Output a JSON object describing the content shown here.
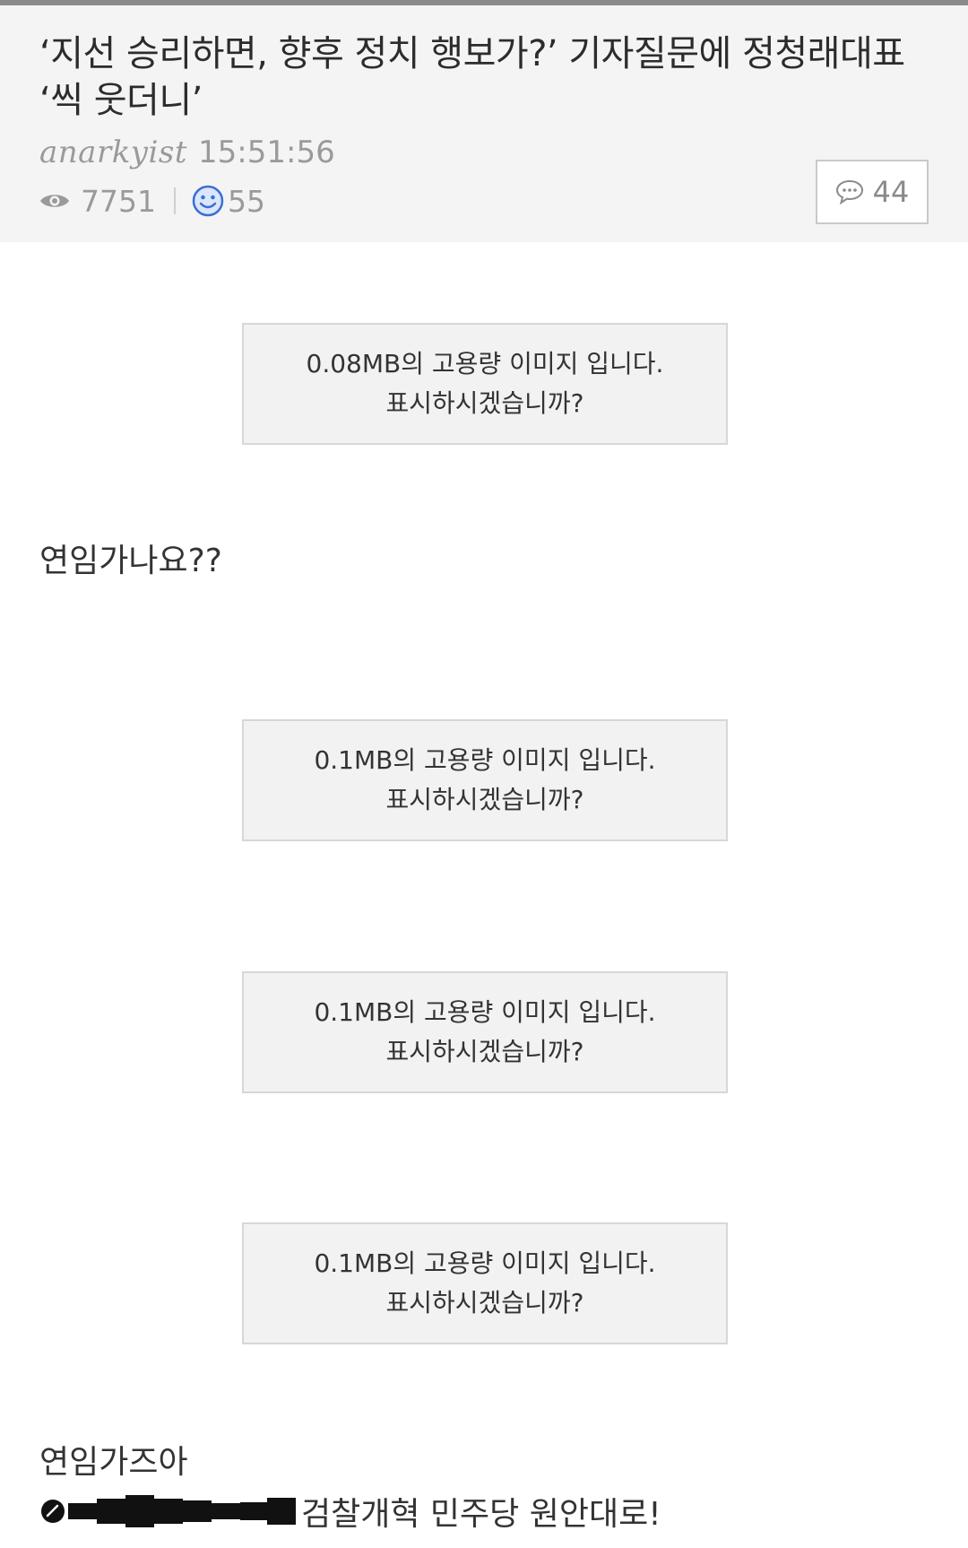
{
  "post": {
    "title": "‘지선 승리하면, 향후 정치 행보가?’ 기자질문에 정청래대표 ‘씩 웃더니’",
    "author": "anarkyist",
    "time": "15:51:56",
    "views": "7751",
    "likes": "55",
    "comments": "44"
  },
  "content": {
    "image_placeholders": [
      {
        "line1": "0.08MB의 고용량 이미지 입니다.",
        "line2": "표시하시겠습니까?"
      },
      {
        "line1": "0.1MB의 고용량 이미지 입니다.",
        "line2": "표시하시겠습니까?"
      },
      {
        "line1": "0.1MB의 고용량 이미지 입니다.",
        "line2": "표시하시겠습니까?"
      },
      {
        "line1": "0.1MB의 고용량 이미지 입니다.",
        "line2": "표시하시겠습니까?"
      }
    ],
    "text1": "연임가나요??",
    "text2": "연임가즈아",
    "text3": "검찰개혁 민주당 원안대로!"
  },
  "colors": {
    "header_bg": "#f4f4f4",
    "muted_text": "#9a9a9a",
    "smile_blue": "#3b6fd4"
  }
}
